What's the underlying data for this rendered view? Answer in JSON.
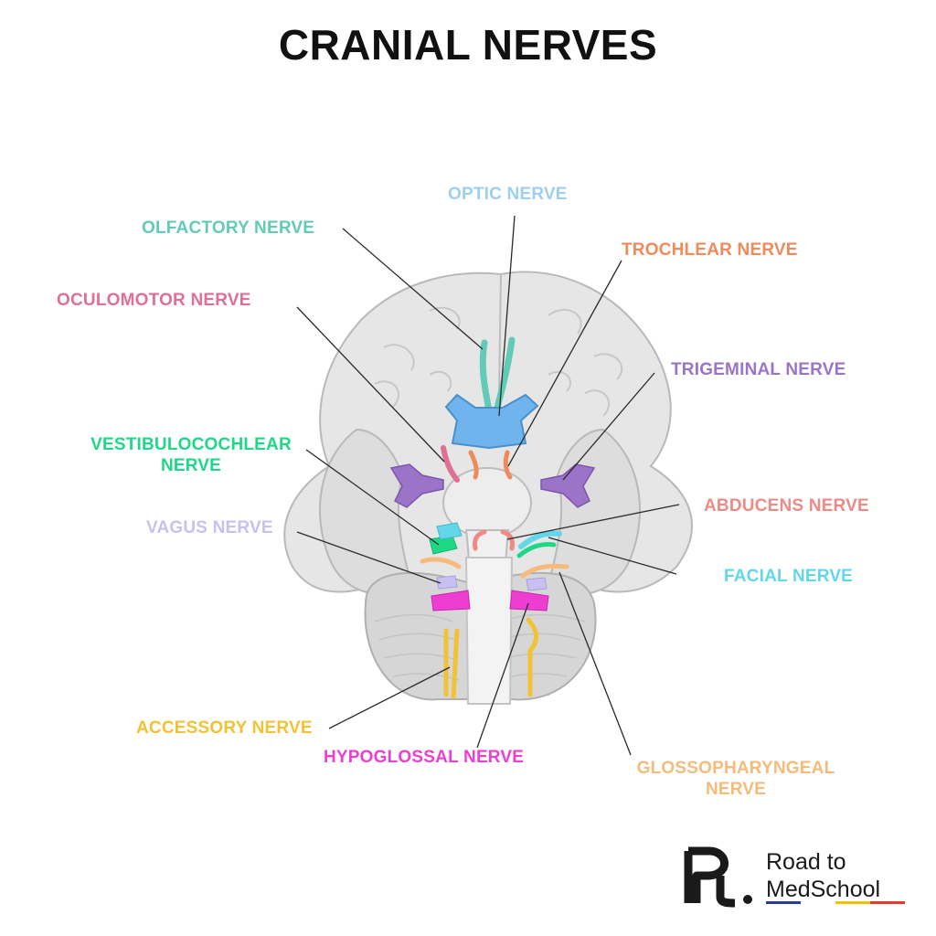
{
  "title": "CRANIAL NERVES",
  "labels": {
    "optic": "OPTIC NERVE",
    "olfactory": "OLFACTORY NERVE",
    "trochlear": "TROCHLEAR NERVE",
    "oculomotor": "OCULOMOTOR NERVE",
    "trigeminal": "TRIGEMINAL NERVE",
    "vestibulocochlear_1": "VESTIBULOCOCHLEAR",
    "vestibulocochlear_2": "NERVE",
    "abducens": "ABDUCENS NERVE",
    "vagus": "VAGUS NERVE",
    "facial": "FACIAL NERVE",
    "accessory": "ACCESSORY NERVE",
    "hypoglossal": "HYPOGLOSSAL NERVE",
    "glossopharyngeal_1": "GLOSSOPHARYNGEAL",
    "glossopharyngeal_2": "NERVE"
  },
  "colors": {
    "optic": "#9fcfee",
    "olfactory": "#62cbb8",
    "trochlear": "#ef8b5b",
    "oculomotor": "#df6f94",
    "trigeminal": "#9b74c7",
    "vestibulocochlear": "#1ed888",
    "abducens": "#ee8a86",
    "vagus": "#c9c0f2",
    "facial": "#62d7e9",
    "accessory": "#f1c233",
    "hypoglossal": "#ed3ed1",
    "glossopharyngeal": "#f6bb7b"
  },
  "logo": {
    "line1": "Road to",
    "line2": "MedSchool",
    "stripe_colors": [
      "#2b3d96",
      "#ffffff",
      "#f2c200",
      "#e23b2e"
    ]
  }
}
